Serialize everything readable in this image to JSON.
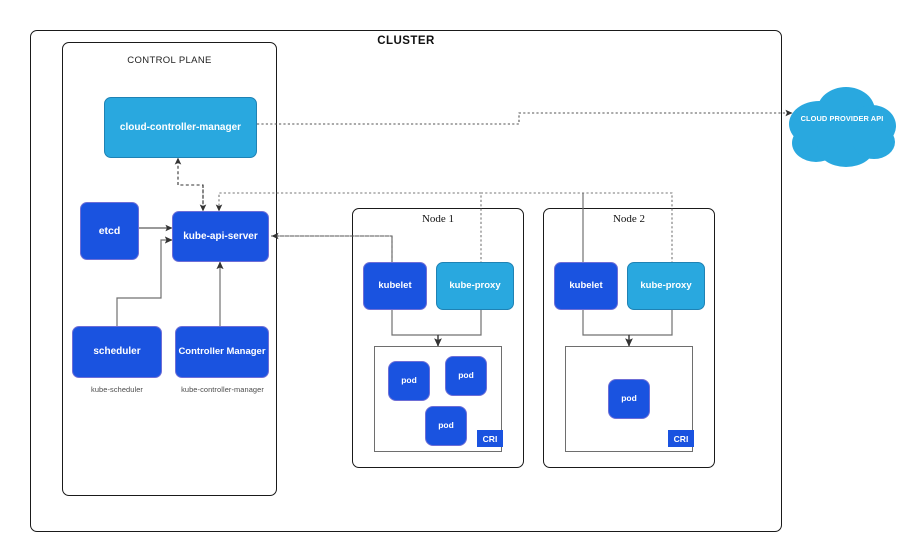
{
  "diagram": {
    "title": "CLUSTER",
    "type": "kubernetes-architecture"
  },
  "cluster": {
    "label": "CLUSTER"
  },
  "control_plane": {
    "label": "CONTROL PLANE",
    "components": [
      {
        "name": "cloud-controller-manager",
        "label": "cloud-controller-manager",
        "style": "light",
        "caption": ""
      },
      {
        "name": "etcd",
        "label": "etcd",
        "style": "dark",
        "caption": ""
      },
      {
        "name": "kube-api-server",
        "label": "kube-api-server",
        "style": "dark",
        "caption": ""
      },
      {
        "name": "scheduler",
        "label": "scheduler",
        "style": "dark",
        "caption": "kube-scheduler"
      },
      {
        "name": "controller-manager",
        "label": "Controller Manager",
        "style": "dark",
        "caption": "kube-controller-manager"
      }
    ],
    "captions": {
      "scheduler": "kube-scheduler",
      "controller_manager": "kube-controller-manager"
    }
  },
  "nodes": [
    {
      "label": "Node 1",
      "kubelet": "kubelet",
      "kube_proxy": "kube-proxy",
      "cri": "CRI",
      "pods": [
        {
          "label": "pod"
        },
        {
          "label": "pod"
        },
        {
          "label": "pod"
        }
      ]
    },
    {
      "label": "Node 2",
      "kubelet": "kubelet",
      "kube_proxy": "kube-proxy",
      "cri": "CRI",
      "pods": [
        {
          "label": "pod"
        }
      ]
    }
  ],
  "cloud_provider": {
    "label": "CLOUD PROVIDER API"
  },
  "colors": {
    "dark_blue": "#1A53E0",
    "dark_blue_border": "#6E6ED6",
    "light_blue": "#29A8DF",
    "light_blue_border": "#1F82B4",
    "cloud_blue": "#29A8DF",
    "line_solid": "#707070",
    "line_arrow": "#333333",
    "border": "#1a1a1a",
    "background": "#ffffff"
  }
}
